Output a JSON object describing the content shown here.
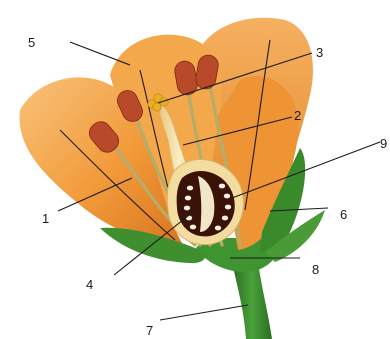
{
  "labels": [
    {
      "id": "label-1",
      "text": "1"
    },
    {
      "id": "label-2",
      "text": "2"
    },
    {
      "id": "label-3",
      "text": "3"
    },
    {
      "id": "label-4",
      "text": "4"
    },
    {
      "id": "label-5",
      "text": "5"
    },
    {
      "id": "label-6",
      "text": "6"
    },
    {
      "id": "label-7",
      "text": "7"
    },
    {
      "id": "label-8",
      "text": "8"
    },
    {
      "id": "label-9",
      "text": "9"
    }
  ],
  "colors": {
    "petal_light": "#f7b565",
    "petal_mid": "#f29a3a",
    "petal_dark": "#d9741e",
    "anther": "#b84a2a",
    "filament": "#b8b070",
    "pistil": "#f3dca0",
    "ovary_inner": "#3a1208",
    "ovule": "#f5f0e0",
    "sepal": "#3f8f2f",
    "stem": "#2f7a26"
  }
}
